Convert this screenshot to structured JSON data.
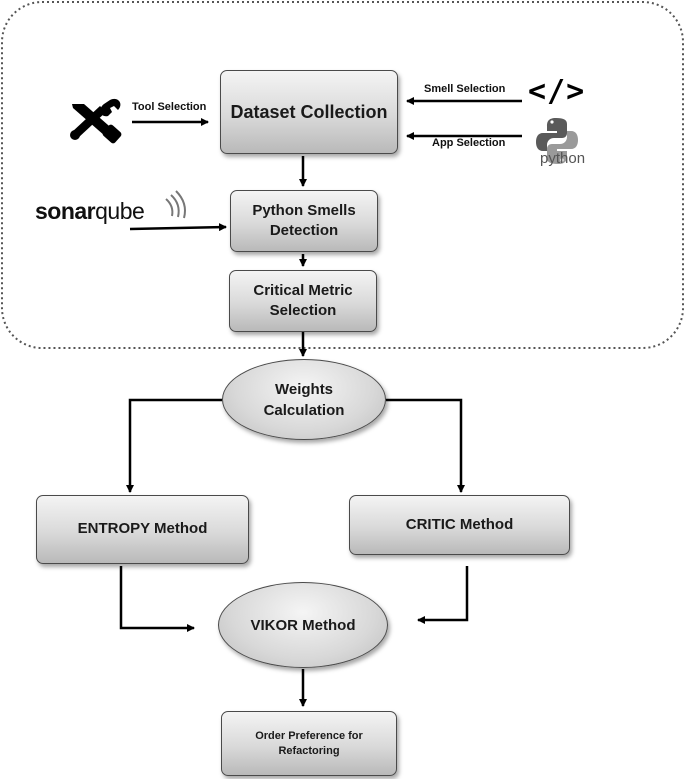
{
  "nodes": {
    "dataset_collection": "Dataset Collection",
    "python_smells_detection": "Python Smells Detection",
    "critical_metric_selection": "Critical Metric Selection",
    "weights_calculation": "Weights Calculation",
    "entropy_method": "ENTROPY Method",
    "critic_method": "CRITIC Method",
    "vikor_method": "VIKOR Method",
    "order_preference": "Order Preference for Refactoring"
  },
  "edge_labels": {
    "tool_selection": "Tool Selection",
    "smell_selection": "Smell Selection",
    "app_selection": "App Selection"
  },
  "logos": {
    "sonarqube_bold": "sonar",
    "sonarqube_thin": "qube",
    "python_text": "python",
    "code_glyph": "</>"
  },
  "icons": [
    "tools-icon",
    "code-icon",
    "python-icon",
    "sonarqube-logo"
  ]
}
